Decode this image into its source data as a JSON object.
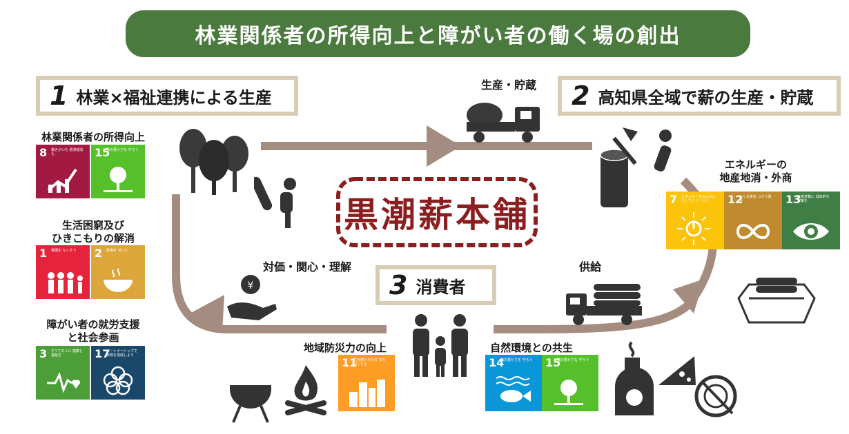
{
  "title": "林業関係者の所得向上と障がい者の働く場の創出",
  "brand": "黒潮薪本舗",
  "steps": [
    {
      "num": "1",
      "label": "林業×福祉連携による生産"
    },
    {
      "num": "2",
      "label": "高知県全域で薪の生産・貯蔵"
    },
    {
      "num": "3",
      "label": "消費者"
    }
  ],
  "flow_labels": {
    "production": "生産・貯蔵",
    "supply": "供給",
    "return": "対価・関心・理解"
  },
  "groups": {
    "forestry_income": "林業関係者の所得向上",
    "poverty_line1": "生活困窮及び",
    "poverty_line2": "ひきこもりの解消",
    "disability_line1": "障がい者の就労支援",
    "disability_line2": "と社会参画",
    "energy_line1": "エネルギーの",
    "energy_line2": "地産地消・外商",
    "disaster": "地域防災力の向上",
    "nature": "自然環境との共生"
  },
  "sdgs": {
    "g8": {
      "num": "8",
      "text": "働きがいも 経済成長も",
      "color": "#a21942"
    },
    "g15a": {
      "num": "15",
      "text": "陸の豊かさも 守ろう",
      "color": "#56c02b"
    },
    "g1": {
      "num": "1",
      "text": "貧困を なくそう",
      "color": "#e5243b"
    },
    "g2": {
      "num": "2",
      "text": "飢餓を ゼロに",
      "color": "#dda63a"
    },
    "g3": {
      "num": "3",
      "text": "すべての人に 健康と福祉を",
      "color": "#4c9f38"
    },
    "g17": {
      "num": "17",
      "text": "パートナーシップで 目標を達成しよう",
      "color": "#19486a"
    },
    "g7": {
      "num": "7",
      "text": "エネルギーをみんなに そしてクリーンに",
      "color": "#fcc30b"
    },
    "g12": {
      "num": "12",
      "text": "つくる責任 つかう責任",
      "color": "#bf8b2e"
    },
    "g13": {
      "num": "13",
      "text": "気候変動に 具体的な対策を",
      "color": "#3f7e44"
    },
    "g11": {
      "num": "11",
      "text": "住み続けられる まちづくりを",
      "color": "#fd9d24"
    },
    "g14": {
      "num": "14",
      "text": "海の豊かさを 守ろう",
      "color": "#0a97d9"
    },
    "g15b": {
      "num": "15",
      "text": "陸の豊かさも 守ろう",
      "color": "#56c02b"
    }
  }
}
